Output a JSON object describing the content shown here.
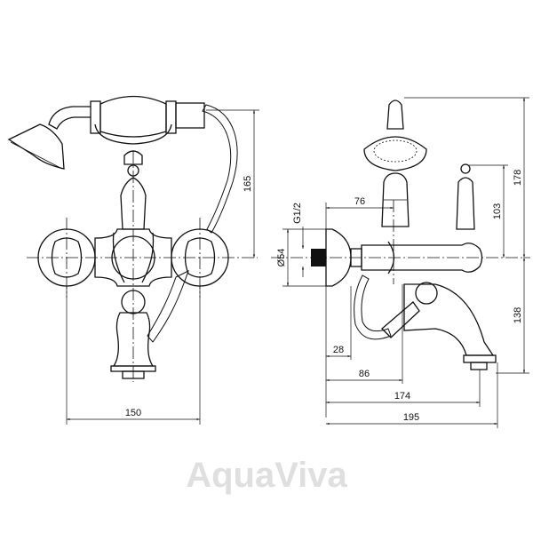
{
  "watermark": "AquaViva",
  "front_view": {
    "dimensions": {
      "width": "150",
      "height": "165"
    }
  },
  "side_view": {
    "dimensions": {
      "thread": "G1/2",
      "flange_diameter": "Ø54",
      "axis_to_shower": "76",
      "handle_height": "103",
      "shower_height": "178",
      "spout_depth": "138",
      "flange_depth": "28",
      "axis_to_diverter": "86",
      "spout_reach": "174",
      "total_depth": "195"
    }
  }
}
